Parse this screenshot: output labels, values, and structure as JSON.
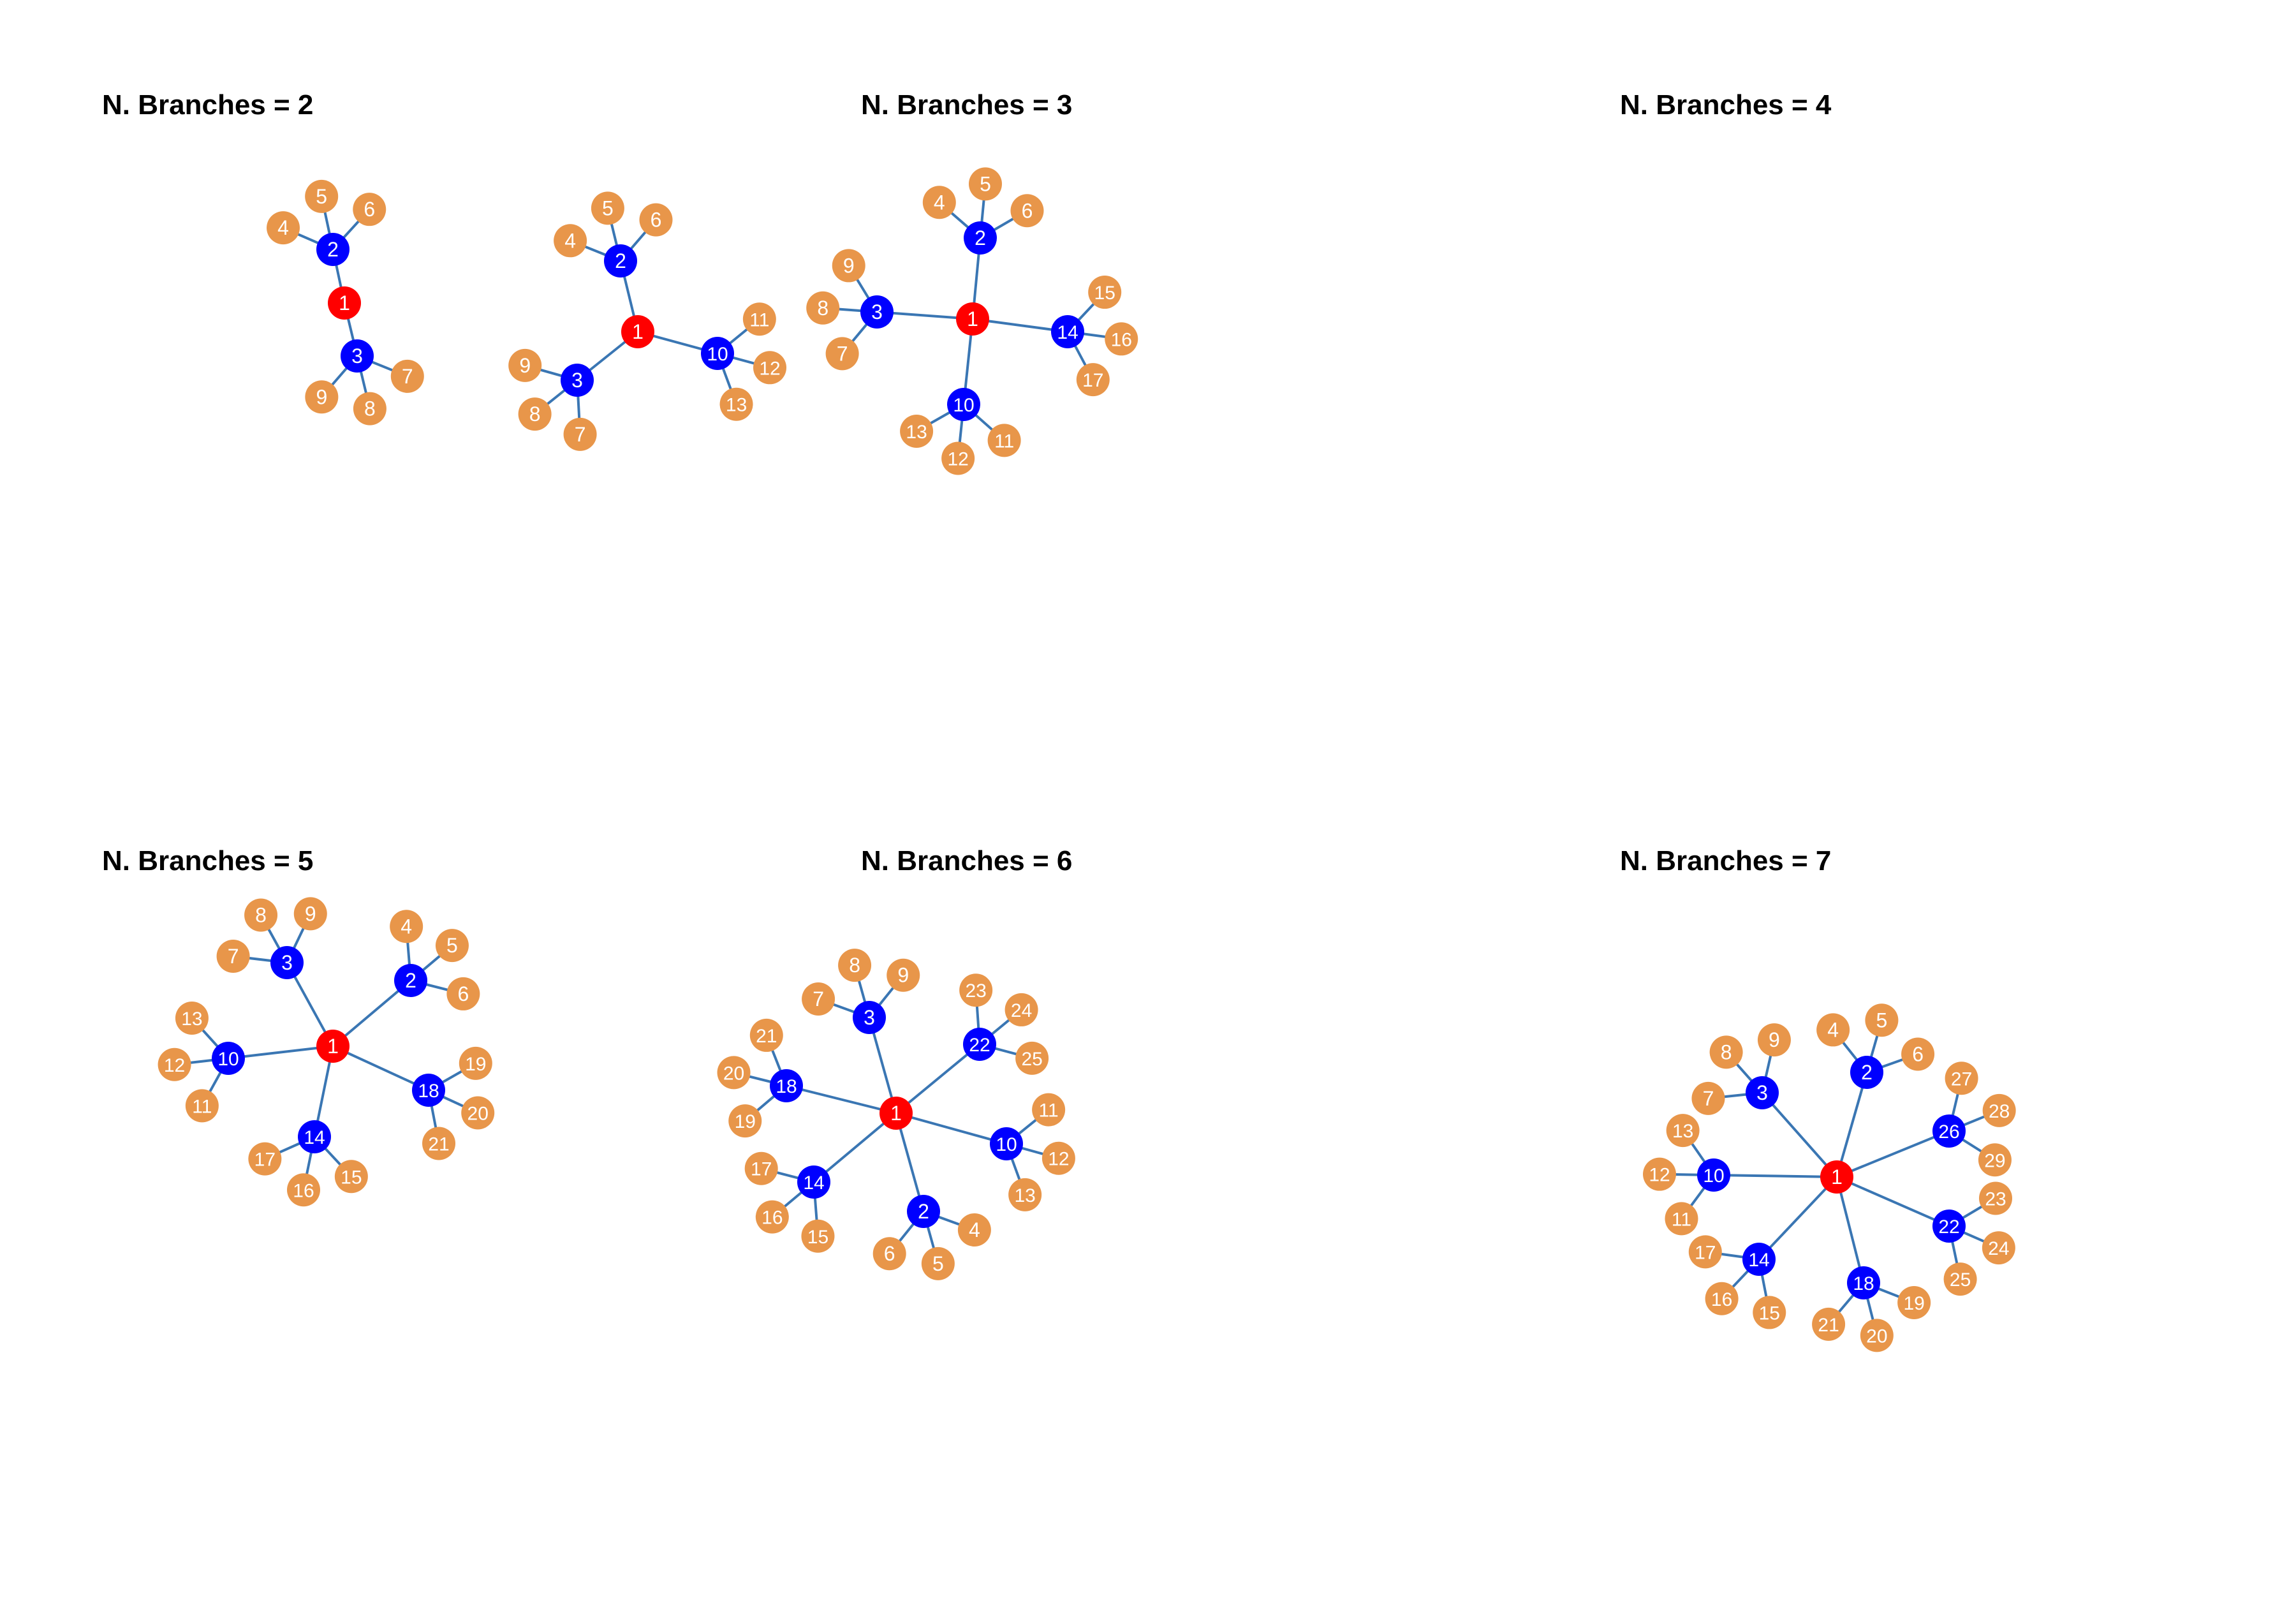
{
  "colors": {
    "center": "#ff0000",
    "hub": "#0000ff",
    "leaf": "#e8964a",
    "edge": "#3a76b3",
    "center_text": "#ffffff",
    "hub_text": "#ffffff",
    "leaf_text": "#ffffff",
    "title": "#000000"
  },
  "panels": [
    {
      "title": "N. Branches = 2",
      "center": "1",
      "branches": [
        {
          "hub": "2",
          "leaves": [
            "4",
            "5",
            "6"
          ]
        },
        {
          "hub": "3",
          "leaves": [
            "7",
            "8",
            "9"
          ]
        }
      ]
    },
    {
      "title": "N. Branches = 3",
      "center": "1",
      "branches": [
        {
          "hub": "2",
          "leaves": [
            "4",
            "5",
            "6"
          ]
        },
        {
          "hub": "3",
          "leaves": [
            "7",
            "8",
            "9"
          ]
        },
        {
          "hub": "10",
          "leaves": [
            "11",
            "12",
            "13"
          ]
        }
      ]
    },
    {
      "title": "N. Branches = 4",
      "center": "1",
      "branches": [
        {
          "hub": "2",
          "leaves": [
            "4",
            "5",
            "6"
          ]
        },
        {
          "hub": "3",
          "leaves": [
            "7",
            "8",
            "9"
          ]
        },
        {
          "hub": "10",
          "leaves": [
            "11",
            "12",
            "13"
          ]
        },
        {
          "hub": "14",
          "leaves": [
            "15",
            "16",
            "17"
          ]
        }
      ]
    },
    {
      "title": "N. Branches = 5",
      "center": "1",
      "branches": [
        {
          "hub": "2",
          "leaves": [
            "4",
            "5",
            "6"
          ]
        },
        {
          "hub": "3",
          "leaves": [
            "7",
            "8",
            "9"
          ]
        },
        {
          "hub": "10",
          "leaves": [
            "11",
            "12",
            "13"
          ]
        },
        {
          "hub": "14",
          "leaves": [
            "15",
            "16",
            "17"
          ]
        },
        {
          "hub": "18",
          "leaves": [
            "19",
            "20",
            "21"
          ]
        }
      ]
    },
    {
      "title": "N. Branches = 6",
      "center": "1",
      "branches": [
        {
          "hub": "2",
          "leaves": [
            "4",
            "5",
            "6"
          ]
        },
        {
          "hub": "3",
          "leaves": [
            "7",
            "8",
            "9"
          ]
        },
        {
          "hub": "10",
          "leaves": [
            "11",
            "12",
            "13"
          ]
        },
        {
          "hub": "14",
          "leaves": [
            "15",
            "16",
            "17"
          ]
        },
        {
          "hub": "18",
          "leaves": [
            "19",
            "20",
            "21"
          ]
        },
        {
          "hub": "22",
          "leaves": [
            "23",
            "24",
            "25"
          ]
        }
      ]
    },
    {
      "title": "N. Branches = 7",
      "center": "1",
      "branches": [
        {
          "hub": "2",
          "leaves": [
            "4",
            "5",
            "6"
          ]
        },
        {
          "hub": "3",
          "leaves": [
            "7",
            "8",
            "9"
          ]
        },
        {
          "hub": "10",
          "leaves": [
            "11",
            "12",
            "13"
          ]
        },
        {
          "hub": "14",
          "leaves": [
            "15",
            "16",
            "17"
          ]
        },
        {
          "hub": "18",
          "leaves": [
            "19",
            "20",
            "21"
          ]
        },
        {
          "hub": "22",
          "leaves": [
            "23",
            "24",
            "25"
          ]
        },
        {
          "hub": "26",
          "leaves": [
            "27",
            "28",
            "29"
          ]
        }
      ]
    }
  ]
}
